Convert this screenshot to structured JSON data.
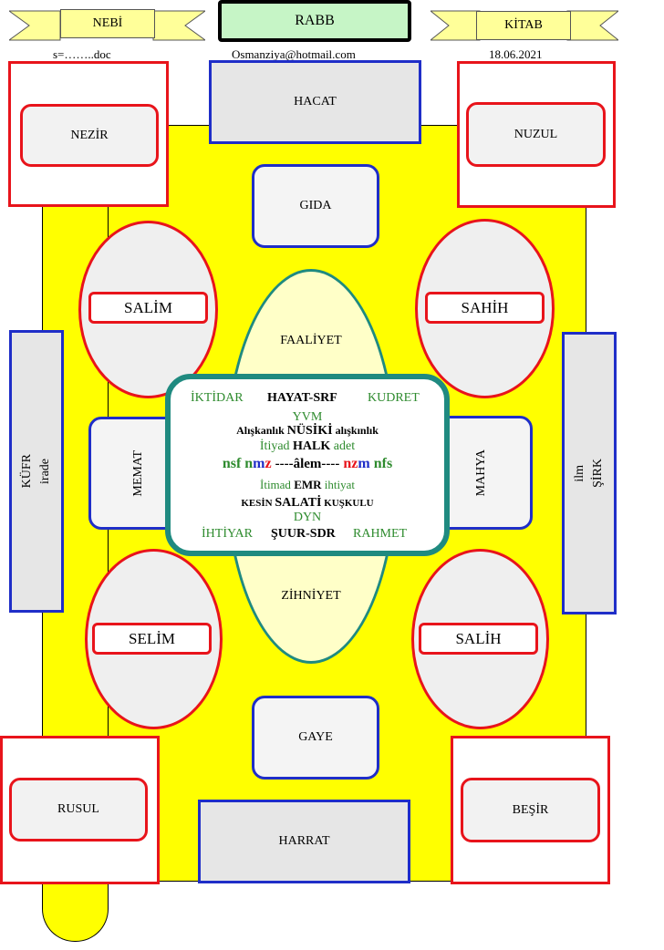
{
  "header": {
    "left_ribbon": "NEBİ",
    "center_title": "RABB",
    "right_ribbon": "KİTAB",
    "left_sub": "s=……..doc",
    "center_sub": "Osmanziya@hotmail.com",
    "right_sub": "18.06.2021"
  },
  "corners": {
    "top_left": "NEZİR",
    "top_right": "NUZUL",
    "bottom_left": "RUSUL",
    "bottom_right": "BEŞİR"
  },
  "blue_boxes": {
    "top": "HACAT",
    "bottom": "HARRAT",
    "upper_round": "GIDA",
    "lower_round": "GAYE",
    "left_round": "MEMAT",
    "right_round": "MAHYA"
  },
  "side_panels": {
    "left_line1": "KÜFR",
    "left_line2": "irade",
    "right_line1": "ilm",
    "right_line2": "ŞİRK"
  },
  "ellipses": {
    "top_left": "SALİM",
    "top_right": "SAHİH",
    "bottom_left": "SELİM",
    "bottom_right": "SALİH"
  },
  "oval": {
    "top": "FAALİYET",
    "bottom": "ZİHNİYET"
  },
  "center_panel": {
    "row1_left": "İKTİDAR",
    "row1_mid": "HAYAT-SRF",
    "row1_right": "KUDRET",
    "row2": "YVM",
    "row3_left": "Alışkanlık",
    "row3_mid": "NÜSİKİ",
    "row3_right": "alışkınlık",
    "row4_left": "İtiyad",
    "row4_mid": "HALK",
    "row4_right": "adet",
    "row5_nsf": "nsf",
    "row5_n1": "n",
    "row5_m1": "m",
    "row5_z1": "z",
    "row5_mid": "----âlem----",
    "row5_n2": "n",
    "row5_z2": "z",
    "row5_m2": "m",
    "row5_nfs": "nfs",
    "row6_left": "İtimad",
    "row6_mid": "EMR",
    "row6_right": "ihtiyat",
    "row7_left": "KESİN",
    "row7_mid": "SALATİ",
    "row7_right": "KUŞKULU",
    "row8": "DYN",
    "row9_left": "İHTİYAR",
    "row9_mid": "ŞUUR-SDR",
    "row9_right": "RAHMET"
  },
  "colors": {
    "yellow": "#ffff00",
    "red": "#e8141b",
    "blue": "#1f2ec8",
    "teal": "#1f8a80",
    "green": "#2e8b2e"
  }
}
